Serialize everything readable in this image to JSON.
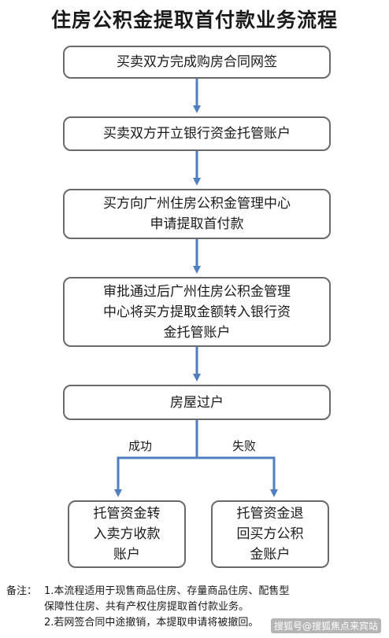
{
  "title": "住房公积金提取首付款业务流程",
  "steps": {
    "s1": "买卖双方完成购房合同网签",
    "s2": "买卖双方开立银行资金托管账户",
    "s3": [
      "买方向广州住房公积金管理中心",
      "申请提取首付款"
    ],
    "s4": [
      "审批通过后广州住房公积金管理",
      "中心将买方提取金额转入银行资",
      "金托管账户"
    ],
    "s5": "房屋过户",
    "success": [
      "托管资金转",
      "入卖方收款",
      "账户"
    ],
    "fail": [
      "托管资金退",
      "回买方公积",
      "金账户"
    ]
  },
  "labels": {
    "success": "成功",
    "fail": "失败"
  },
  "notes": {
    "head": "备注：",
    "line1": "1.本流程适用于现售商品住房、存量商品住房、配售型",
    "line1b": "保障性住房、共有产权住房提取首付款业务。",
    "line2": "2.若网签合同中途撤销，本提取申请将被撤回。"
  },
  "watermark": "搜狐号@搜狐焦点来宾站",
  "colors": {
    "arrow": "#4f7fbf",
    "border": "#6a6a6a"
  }
}
